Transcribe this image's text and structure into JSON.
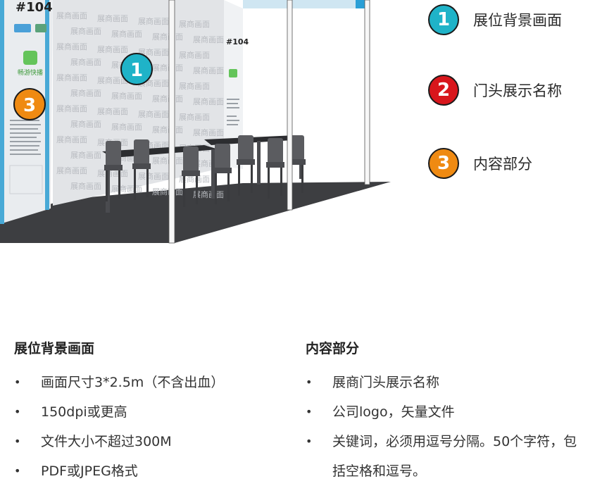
{
  "booth": {
    "booth_number": "#104",
    "side_number": "#104",
    "wall_text": "展商画面",
    "logo_text": "畅游快播",
    "markers": [
      {
        "num": "1",
        "color": "#1fb3c8"
      },
      {
        "num": "3",
        "color": "#ef8a12"
      }
    ]
  },
  "legend": [
    {
      "num": "1",
      "label": "展位背景画面",
      "color": "#1fb3c8"
    },
    {
      "num": "2",
      "label": "门头展示名称",
      "color": "#d8161c"
    },
    {
      "num": "3",
      "label": "内容部分",
      "color": "#ef8a12"
    }
  ],
  "sections": {
    "left": {
      "title": "展位背景画面",
      "items": [
        "画面尺寸3*2.5m（不含出血）",
        "150dpi或更高",
        "文件大小不超过300M",
        "PDF或JPEG格式"
      ]
    },
    "right": {
      "title": "内容部分",
      "items": [
        "展商门头展示名称",
        "公司logo，矢量文件",
        "关键词，必须用逗号分隔。50个字符，包括空格和逗号。"
      ]
    }
  }
}
